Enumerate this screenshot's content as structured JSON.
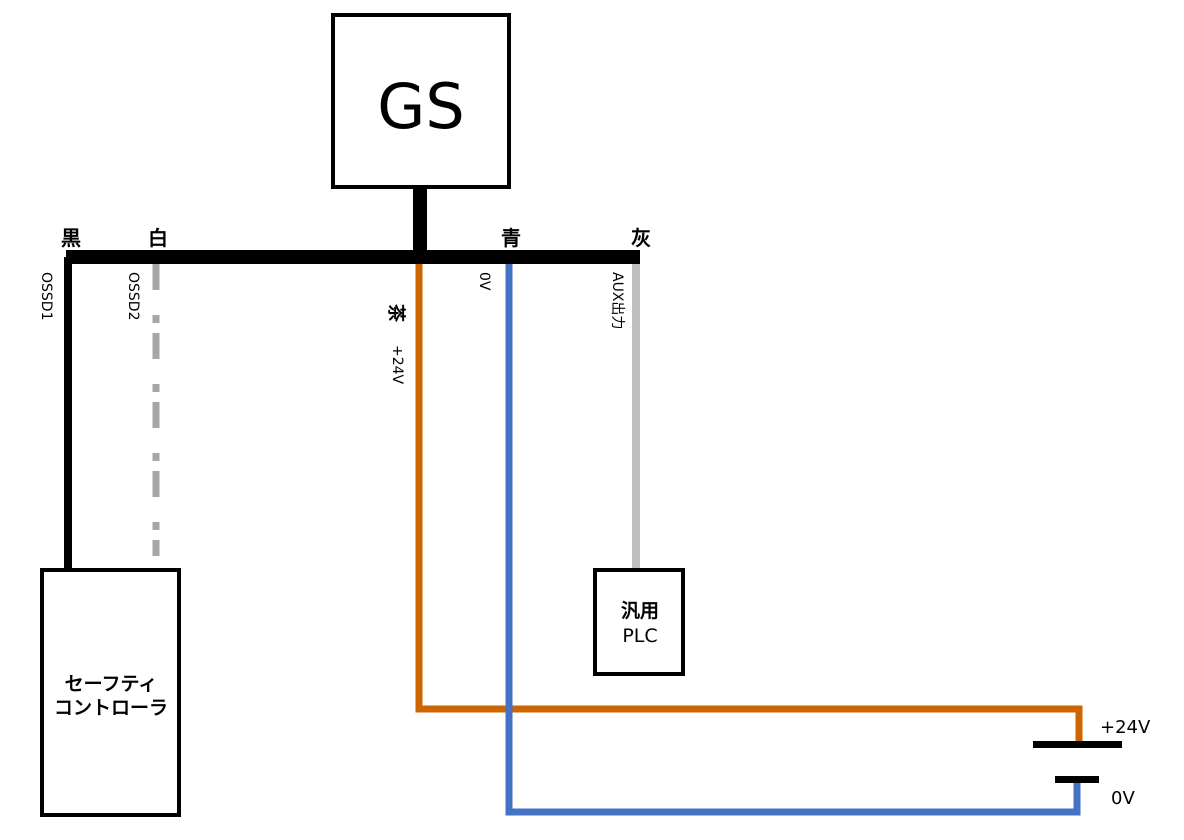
{
  "diagram": {
    "main_device": {
      "label": "GS"
    },
    "wire_colors": {
      "black": {
        "label": "黒",
        "signal": "OSSD1",
        "hex": "#000000"
      },
      "white": {
        "label": "白",
        "signal": "OSSD2",
        "hex": "#a6a6a6",
        "style": "dash-dot"
      },
      "brown": {
        "label": "茶",
        "signal": "+24V",
        "hex": "#cc6600"
      },
      "blue": {
        "label": "青",
        "signal": "0V",
        "hex": "#4472c4"
      },
      "gray": {
        "label": "灰",
        "signal": "AUX出力",
        "hex": "#bfbfbf"
      }
    },
    "safety_controller": {
      "line1": "セーフティ",
      "line2": "コントローラ"
    },
    "plc": {
      "line1": "汎用",
      "line2": "PLC"
    },
    "power_supply": {
      "positive_label": "+24V",
      "negative_label": "0V"
    }
  }
}
